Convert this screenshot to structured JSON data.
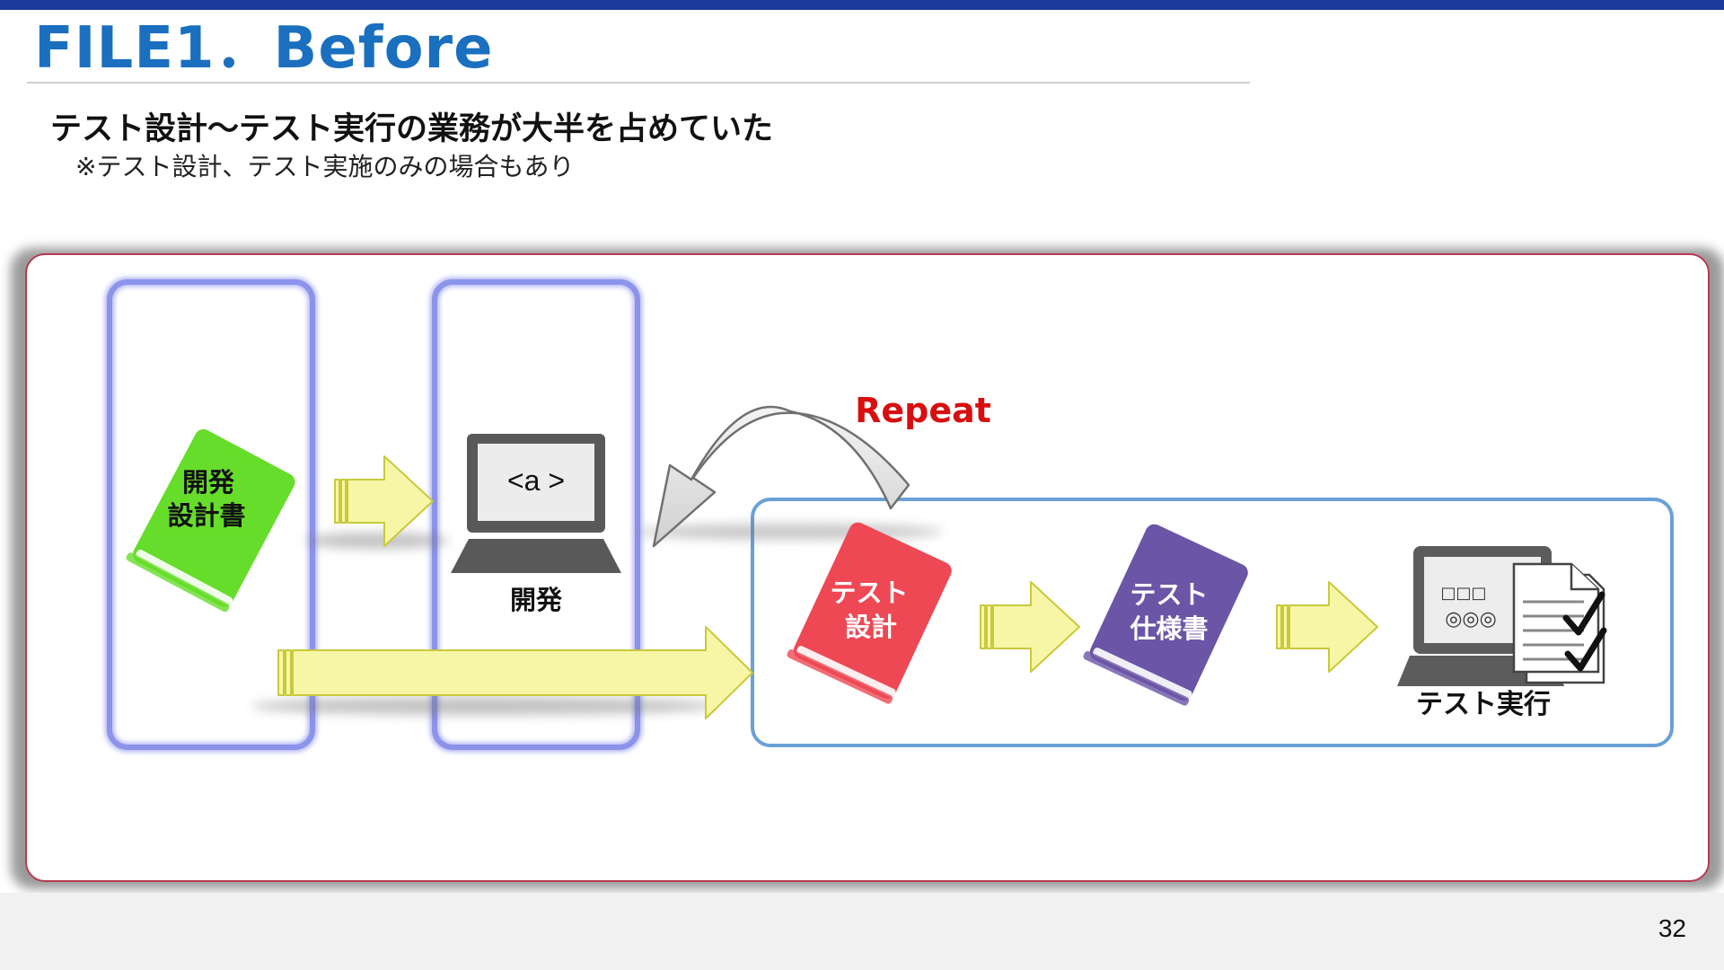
{
  "slide": {
    "title": "FILE1．Before",
    "subtitle": "テスト設計〜テスト実行の業務が大半を占めていた",
    "note": "※テスト設計、テスト実施のみの場合もあり",
    "page_number": "32"
  },
  "diagram": {
    "dev_spec": {
      "line1": "開発",
      "line2": "設計書"
    },
    "laptop": {
      "screen_text": "<a >",
      "label": "開発"
    },
    "repeat_label": "Repeat",
    "test_design": {
      "line1": "テスト",
      "line2": "設計"
    },
    "test_spec": {
      "line1": "テスト",
      "line2": "仕様書"
    },
    "test_exec": {
      "label": "テスト実行",
      "screen_row1": "□□□",
      "screen_row2": "◎◎◎"
    },
    "colors": {
      "dev_spec_book": "#66dd2a",
      "test_design_book": "#ee4855",
      "test_spec_book": "#6a55a6",
      "arrow_fill": "#f6f6a6",
      "arrow_stroke": "#c9c93c",
      "repeat_text": "#d80f0f",
      "column_frame": "#8c93ea",
      "test_group_frame": "#6aa0d8"
    }
  }
}
